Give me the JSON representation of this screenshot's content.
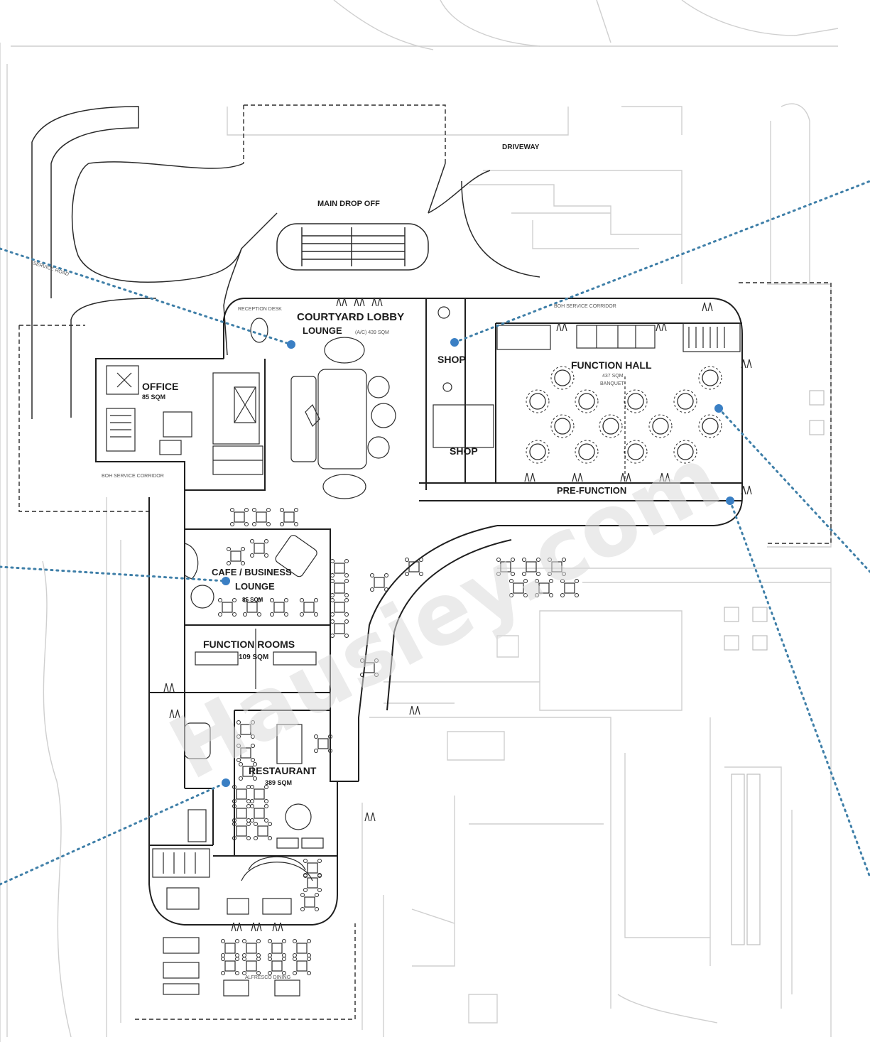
{
  "labels": {
    "main_drop_off": "MAIN DROP OFF",
    "driveway": "DRIVEWAY",
    "courtyard_lobby_1": "COURTYARD LOBBY",
    "courtyard_lobby_2": "LOUNGE",
    "courtyard_lobby_area": "(A/C) 439 SQM",
    "office": "OFFICE",
    "office_area": "85 SQM",
    "shop_1": "SHOP",
    "shop_2": "SHOP",
    "function_hall": "FUNCTION HALL",
    "function_hall_area": "437 SQM",
    "function_hall_sub": "BANQUET",
    "pre_function": "PRE-FUNCTION",
    "cafe_1": "CAFE / BUSINESS",
    "cafe_2": "LOUNGE",
    "cafe_area": "85 SQM",
    "function_rooms": "FUNCTION ROOMS",
    "function_rooms_area": "109 SQM",
    "restaurant": "RESTAURANT",
    "restaurant_area": "389 SQM",
    "reception_desk": "RECEPTION DESK",
    "boh_corridor": "BOH SERVICE CORRIDOR",
    "boh_service_corridor": "BOH SERVICE CORRIDOR",
    "service_road": "SERVICE ROAD",
    "alfresco": "ALFRESCO DINING"
  },
  "watermark": "Hausiey.com",
  "colors": {
    "line": "#2a2a2a",
    "context_line": "#c9c9c9",
    "marker": "#3a7fc4",
    "dotted": "#3f7fa8"
  }
}
